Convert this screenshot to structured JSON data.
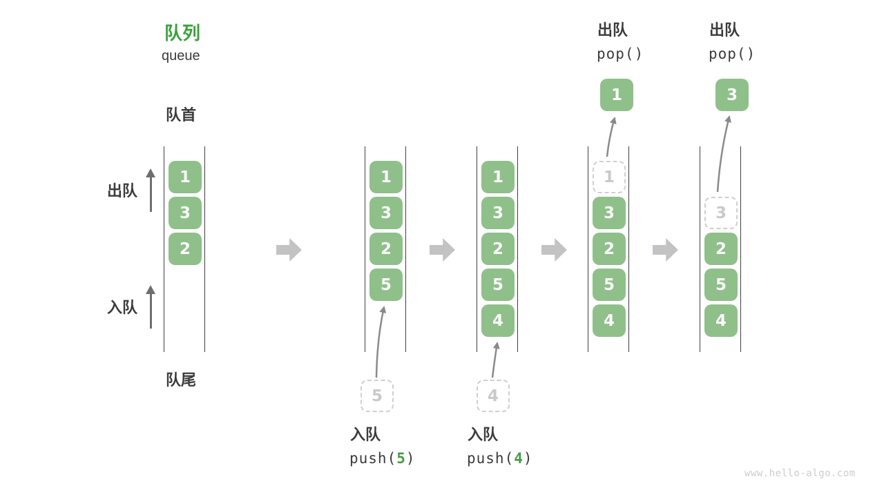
{
  "title": {
    "zh": "队列",
    "en": "queue"
  },
  "side_labels": {
    "front": "队首",
    "rear": "队尾",
    "dequeue": "出队",
    "enqueue": "入队"
  },
  "watermark": "www.hello-algo.com",
  "colors": {
    "box_green": "#8FC08A",
    "box_text": "#FAFAFA",
    "title_green": "#3AA23A",
    "code_green": "#459B45",
    "rail_dark": "#3F3F3F",
    "label_dark": "#3B3B3B",
    "block_arrow_gray": "#C3C3C3",
    "thin_arrow_gray": "#6E6E6E",
    "curve_arrow_gray": "#8A8A8A",
    "dashed_border": "#CFCFCF",
    "dashed_text": "#C9C9C9",
    "watermark_gray": "#CCCCCC"
  },
  "states": [
    {
      "items": [
        "1",
        "3",
        "2"
      ]
    },
    {
      "items": [
        "1",
        "3",
        "2",
        "5"
      ]
    },
    {
      "items": [
        "1",
        "3",
        "2",
        "5",
        "4"
      ]
    },
    {
      "dashed_item": "1",
      "items": [
        "3",
        "2",
        "5",
        "4"
      ],
      "popped": "1",
      "op": {
        "zh": "出队",
        "code": "pop()"
      }
    },
    {
      "dashed_item": "3",
      "items": [
        "2",
        "5",
        "4"
      ],
      "popped": "3",
      "op": {
        "zh": "出队",
        "code": "pop()"
      }
    }
  ],
  "push_ops": [
    {
      "zh": "入队",
      "code_prefix": "push(",
      "value": "5",
      "code_suffix": ")",
      "pending": "5"
    },
    {
      "zh": "入队",
      "code_prefix": "push(",
      "value": "4",
      "code_suffix": ")",
      "pending": "4"
    }
  ]
}
